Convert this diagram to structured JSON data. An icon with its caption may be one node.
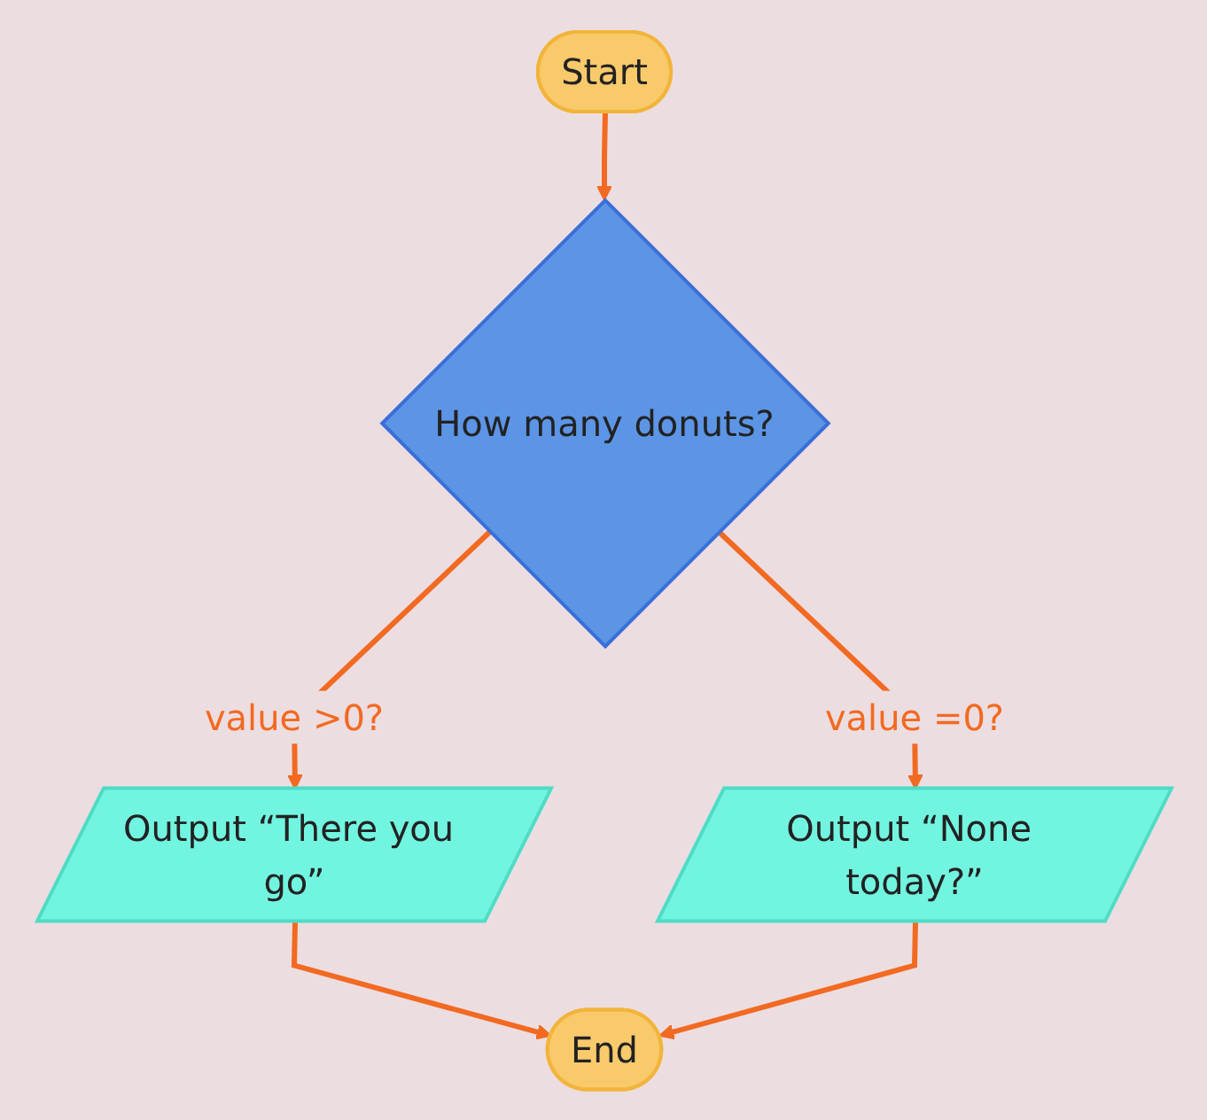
{
  "diagram": {
    "nodes": [
      {
        "text": [
          "Start"
        ]
      },
      {
        "text": [
          "How many donuts?"
        ]
      },
      {
        "text": [
          "Output “There you go”"
        ]
      },
      {
        "text": [
          "Output “None today?”"
        ]
      },
      {
        "text": [
          "End"
        ]
      }
    ],
    "edges": [
      {
        "from": 0,
        "to": 1,
        "arrow": "to"
      },
      {
        "from": 1,
        "to": 2,
        "arrow": "to",
        "label": "value >0?"
      },
      {
        "from": 1,
        "to": 3,
        "arrow": "to",
        "label": "value =0?"
      },
      {
        "from": 2,
        "to": 4,
        "arrow": "to"
      },
      {
        "from": 3,
        "to": 4,
        "arrow": "to"
      }
    ]
  }
}
